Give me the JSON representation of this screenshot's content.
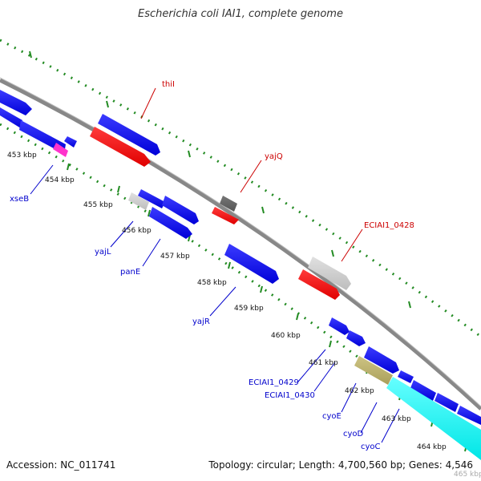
{
  "title": "Escherichia coli IAI1, complete genome",
  "accession_text": "Accession: NC_011741",
  "summary_text": "Topology: circular; Length: 4,700,560 bp; Genes: 4,546",
  "colors": {
    "backbone": "#888888",
    "forward_gene": "#0000ee",
    "reverse_gene": "#ee0000",
    "grey_gene": "#cccccc",
    "dark_grey_gene": "#666666",
    "magenta_gene": "#ff33cc",
    "olive_gene": "#bcb26e",
    "cyan_gene": "#00ffff",
    "ticks": "#228b22",
    "forward_label": "#0000cc",
    "reverse_label": "#cc0000"
  },
  "kbp_ticks": [
    "453 kbp",
    "454 kbp",
    "455 kbp",
    "456 kbp",
    "457 kbp",
    "458 kbp",
    "459 kbp",
    "460 kbp",
    "461 kbp",
    "462 kbp",
    "463 kbp",
    "464 kbp",
    "465 kbp"
  ],
  "gene_labels": {
    "thiI": "thiI",
    "yajQ": "yajQ",
    "ECIAI1_0428": "ECIAI1_0428",
    "xseB": "xseB",
    "yajL": "yajL",
    "panE": "panE",
    "yajR": "yajR",
    "ECIAI1_0429": "ECIAI1_0429",
    "ECIAI1_0430": "ECIAI1_0430",
    "cyoE": "cyoE",
    "cyoD": "cyoD",
    "cyoC": "cyoC"
  }
}
